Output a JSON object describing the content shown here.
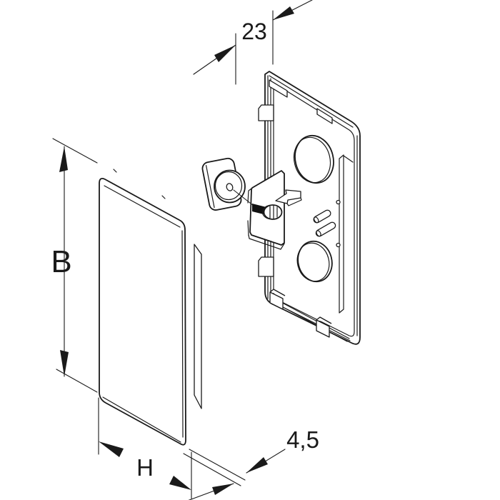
{
  "drawing": {
    "background": "#ffffff",
    "ink": "#1a1a1a",
    "labels": {
      "depth": "23",
      "height": "B",
      "width": "H",
      "wall_thickness": "4,5"
    }
  }
}
